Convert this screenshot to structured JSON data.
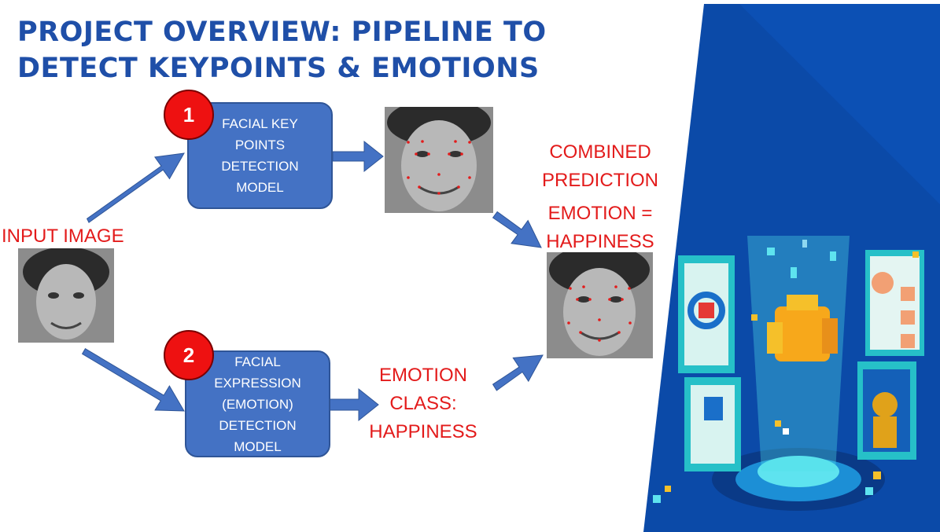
{
  "slide": {
    "title_line1": "PROJECT OVERVIEW: PIPELINE TO",
    "title_line2": "DETECT KEYPOINTS & EMOTIONS"
  },
  "input": {
    "label": "INPUT IMAGE"
  },
  "model1": {
    "badge": "1",
    "lines": [
      "FACIAL KEY",
      "POINTS",
      "DETECTION",
      "MODEL"
    ]
  },
  "model2": {
    "badge": "2",
    "lines": [
      "FACIAL",
      "EXPRESSION",
      "(EMOTION)",
      "DETECTION",
      "MODEL"
    ]
  },
  "emotion_class": {
    "lines": [
      "EMOTION",
      "CLASS:",
      "HAPPINESS"
    ]
  },
  "combined": {
    "lines": [
      "COMBINED",
      "PREDICTION"
    ],
    "result_lines": [
      "EMOTION =",
      "HAPPINESS"
    ]
  },
  "colors": {
    "title": "#1f4fa8",
    "box": "#4472c4",
    "accent_red": "#e31b1b",
    "badge": "#ee1111",
    "panel": "#0b4aa8"
  }
}
